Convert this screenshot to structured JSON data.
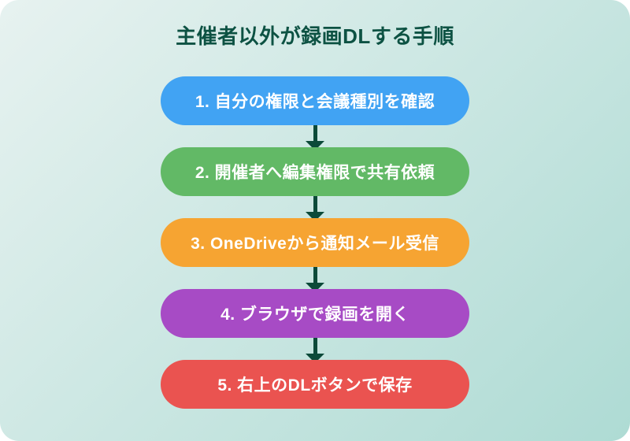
{
  "title": "主催者以外が録画DLする手順",
  "colors": {
    "background_start": "#e7f2f0",
    "background_end": "#aedbd4",
    "title_text": "#0d5243",
    "arrow": "#0c4a39",
    "step_text": "#ffffff"
  },
  "steps": [
    {
      "label": "1. 自分の権限と会議種別を確認",
      "color": "#41a3f3"
    },
    {
      "label": "2. 開催者へ編集権限で共有依頼",
      "color": "#62b966"
    },
    {
      "label": "3. OneDriveから通知メール受信",
      "color": "#f6a432"
    },
    {
      "label": "4. ブラウザで録画を開く",
      "color": "#a74bc5"
    },
    {
      "label": "5. 右上のDLボタンで保存",
      "color": "#ea5350"
    }
  ]
}
